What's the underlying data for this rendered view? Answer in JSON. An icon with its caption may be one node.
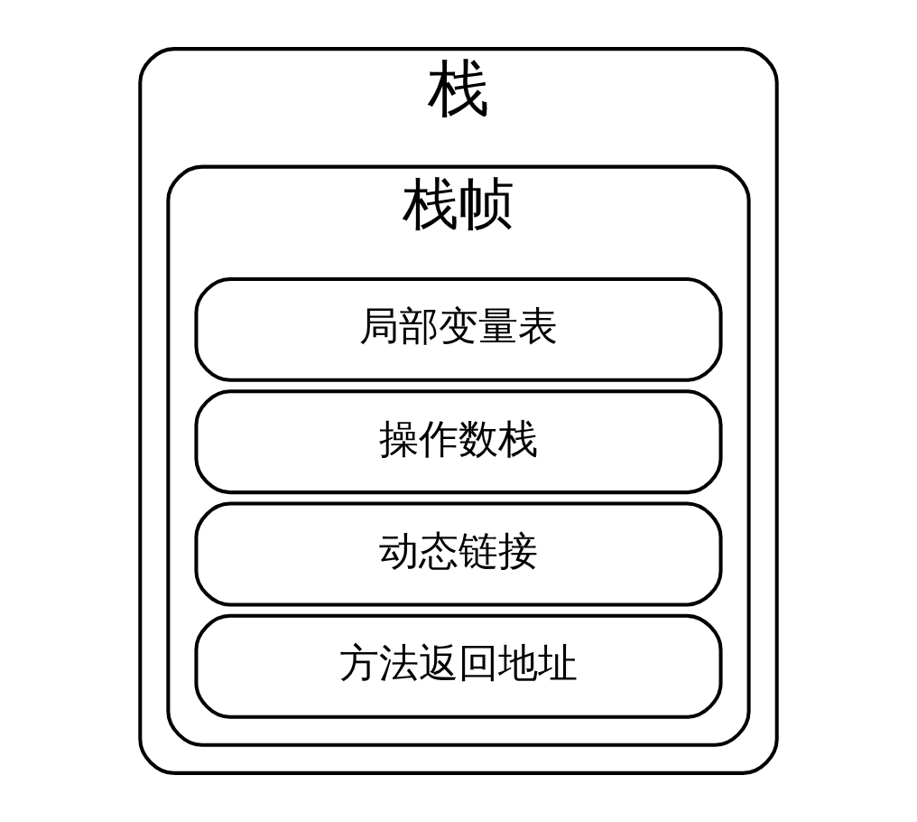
{
  "diagram": {
    "nodes": [
      {
        "text": [
          "栈"
        ]
      },
      {
        "text": [
          "栈帧"
        ],
        "in": 0
      },
      {
        "text": [
          "局部变量表"
        ],
        "in": 1
      },
      {
        "text": [
          "操作数栈"
        ],
        "in": 1
      },
      {
        "text": [
          "动态链接"
        ],
        "in": 1
      },
      {
        "text": [
          "方法返回地址"
        ],
        "in": 1
      }
    ],
    "edges": []
  }
}
